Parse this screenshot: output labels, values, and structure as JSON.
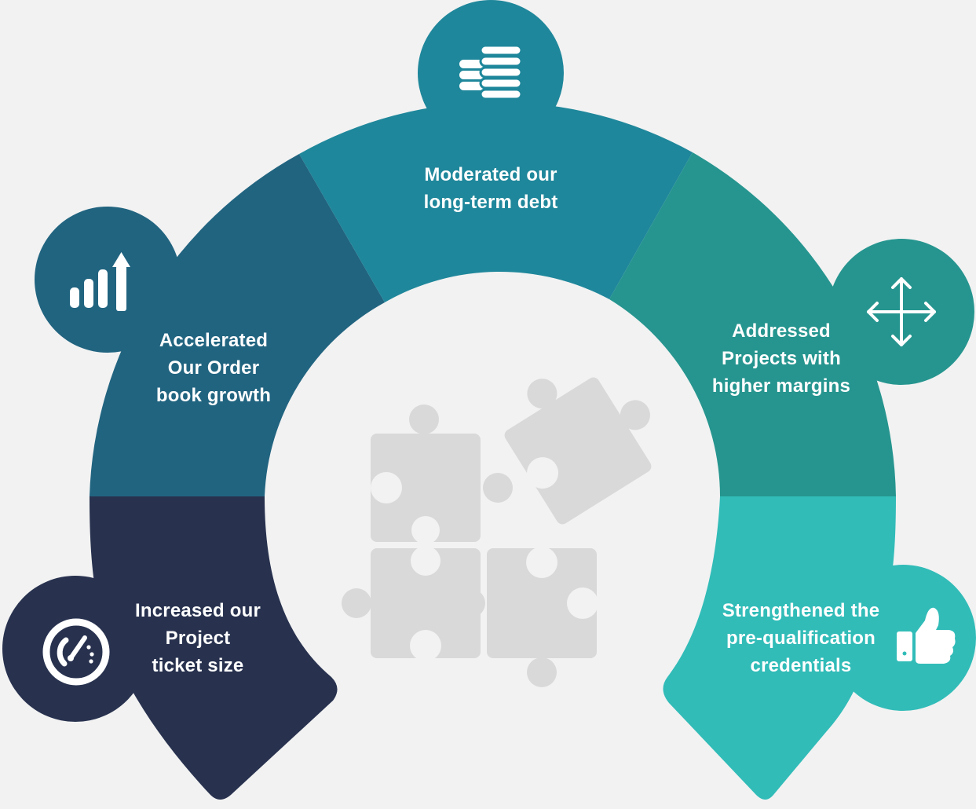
{
  "segments": [
    {
      "id": "order-book",
      "lines": [
        "Accelerated",
        "Our Order",
        "book growth"
      ],
      "color": "#216480",
      "icon": "bar-chart-growth-icon"
    },
    {
      "id": "long-term-debt",
      "lines": [
        "Moderated our",
        "long-term debt"
      ],
      "color": "#1f879b",
      "icon": "coins-stack-icon"
    },
    {
      "id": "higher-margins",
      "lines": [
        "Addressed",
        "Projects with",
        "higher margins"
      ],
      "color": "#26958f",
      "icon": "arrows-expand-icon"
    },
    {
      "id": "pre-qualification",
      "lines": [
        "Strengthened the",
        "pre-qualification",
        "credentials"
      ],
      "color": "#31bcb8",
      "icon": "thumbs-up-icon"
    },
    {
      "id": "ticket-size",
      "lines": [
        "Increased our",
        "Project",
        "ticket size"
      ],
      "color": "#28324f",
      "icon": "speedometer-icon"
    }
  ],
  "center": {
    "icon": "puzzle-pieces-icon",
    "color": "#d9d9d9"
  },
  "background": "#f2f2f2",
  "icon_color": "#ffffff"
}
